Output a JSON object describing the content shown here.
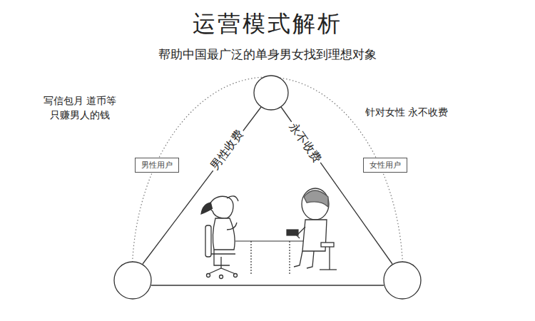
{
  "diagram": {
    "title": "运营模式解析",
    "nodes": [
      {
        "text": [
          "男性用户"
        ]
      },
      {
        "text": [
          "女性用户"
        ]
      }
    ],
    "labels": [
      "帮助中国最广泛的单身男女找到理想对象",
      "写信包月 道币等 只赚男人的钱",
      "针对女性 永不收费",
      "男性收费",
      "永不收费"
    ]
  }
}
